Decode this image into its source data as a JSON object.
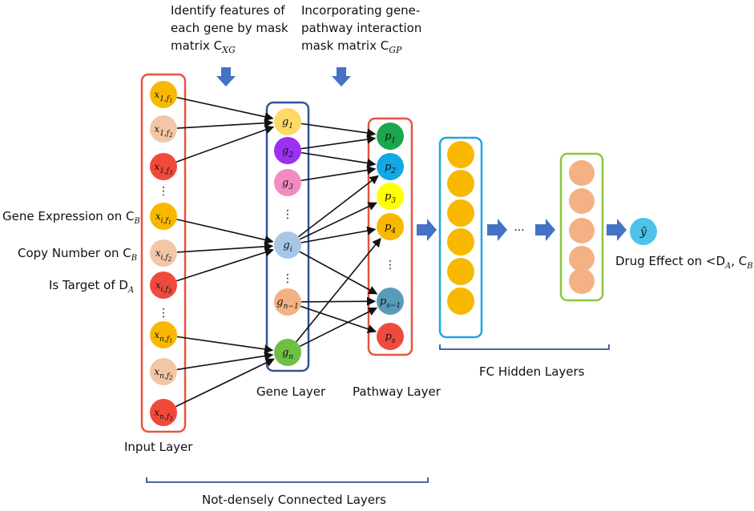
{
  "annotations": {
    "top_left": [
      "Identify features of",
      "each gene by mask",
      "matrix C",
      "XG"
    ],
    "top_right": [
      "Incorporating gene-",
      "pathway interaction",
      "mask matrix C",
      "GP"
    ]
  },
  "input_labels": {
    "expr_text": "Gene Expression on C",
    "expr_sub": "B",
    "copy_text": "Copy Number on C",
    "copy_sub": "B",
    "target_text": "Is Target of D",
    "target_sub": "A"
  },
  "layer_labels": {
    "input": "Input Layer",
    "gene": "Gene Layer",
    "pathway": "Pathway Layer",
    "fc": "FC Hidden Layers",
    "not_dense": "Not-densely Connected Layers"
  },
  "output": {
    "symbol": "ŷ",
    "text_prefix": "Drug Effect on <D",
    "sub_a": "A",
    "mid": ", C",
    "sub_b": "B",
    "suffix": ">"
  },
  "ellipsis": {
    "vertical": "⋮",
    "horizontal": "···"
  },
  "input_nodes": [
    {
      "base": "x",
      "sub": "1,f",
      "sub2": "1",
      "color": "#f9b800"
    },
    {
      "base": "x",
      "sub": "1,f",
      "sub2": "2",
      "color": "#f2c6a6"
    },
    {
      "base": "x",
      "sub": "1,f",
      "sub2": "3",
      "color": "#ef4a3c"
    },
    {
      "base": "x",
      "sub": "i,f",
      "sub2": "1",
      "color": "#f9b800"
    },
    {
      "base": "x",
      "sub": "i,f",
      "sub2": "2",
      "color": "#f2c6a6"
    },
    {
      "base": "x",
      "sub": "i,f",
      "sub2": "3",
      "color": "#ef4a3c"
    },
    {
      "base": "x",
      "sub": "n,f",
      "sub2": "1",
      "color": "#f9b800"
    },
    {
      "base": "x",
      "sub": "n,f",
      "sub2": "2",
      "color": "#f2c6a6"
    },
    {
      "base": "x",
      "sub": "n,f",
      "sub2": "3",
      "color": "#ef4a3c"
    }
  ],
  "gene_nodes": [
    {
      "base": "g",
      "sub": "1",
      "color": "#ffd966"
    },
    {
      "base": "g",
      "sub": "2",
      "color": "#9b30f0"
    },
    {
      "base": "g",
      "sub": "3",
      "color": "#f28cc0"
    },
    {
      "base": "g",
      "sub": "i",
      "color": "#a7c7e7"
    },
    {
      "base": "g",
      "sub": "n−1",
      "color": "#f4b183"
    },
    {
      "base": "g",
      "sub": "n",
      "color": "#70bf45"
    }
  ],
  "pathway_nodes": [
    {
      "base": "p",
      "sub": "1",
      "color": "#1aa64b"
    },
    {
      "base": "p",
      "sub": "2",
      "color": "#12a8e6"
    },
    {
      "base": "p",
      "sub": "3",
      "color": "#ffff00"
    },
    {
      "base": "p",
      "sub": "4",
      "color": "#f9b800"
    },
    {
      "base": "p",
      "sub": "s−1",
      "color": "#5a9bb8"
    },
    {
      "base": "p",
      "sub": "s",
      "color": "#ef4a3c"
    }
  ],
  "colors": {
    "input_border": "#e5553f",
    "gene_border": "#2f5597",
    "pathway_border": "#e5553f",
    "fc1_border": "#1ea7e0",
    "fc2_border": "#8dc63f",
    "fc1_node": "#f9b800",
    "fc2_node": "#f4b183",
    "output_node": "#4dc3e8",
    "arrow_block": "#4472c4",
    "bracket": "#2f5597"
  }
}
